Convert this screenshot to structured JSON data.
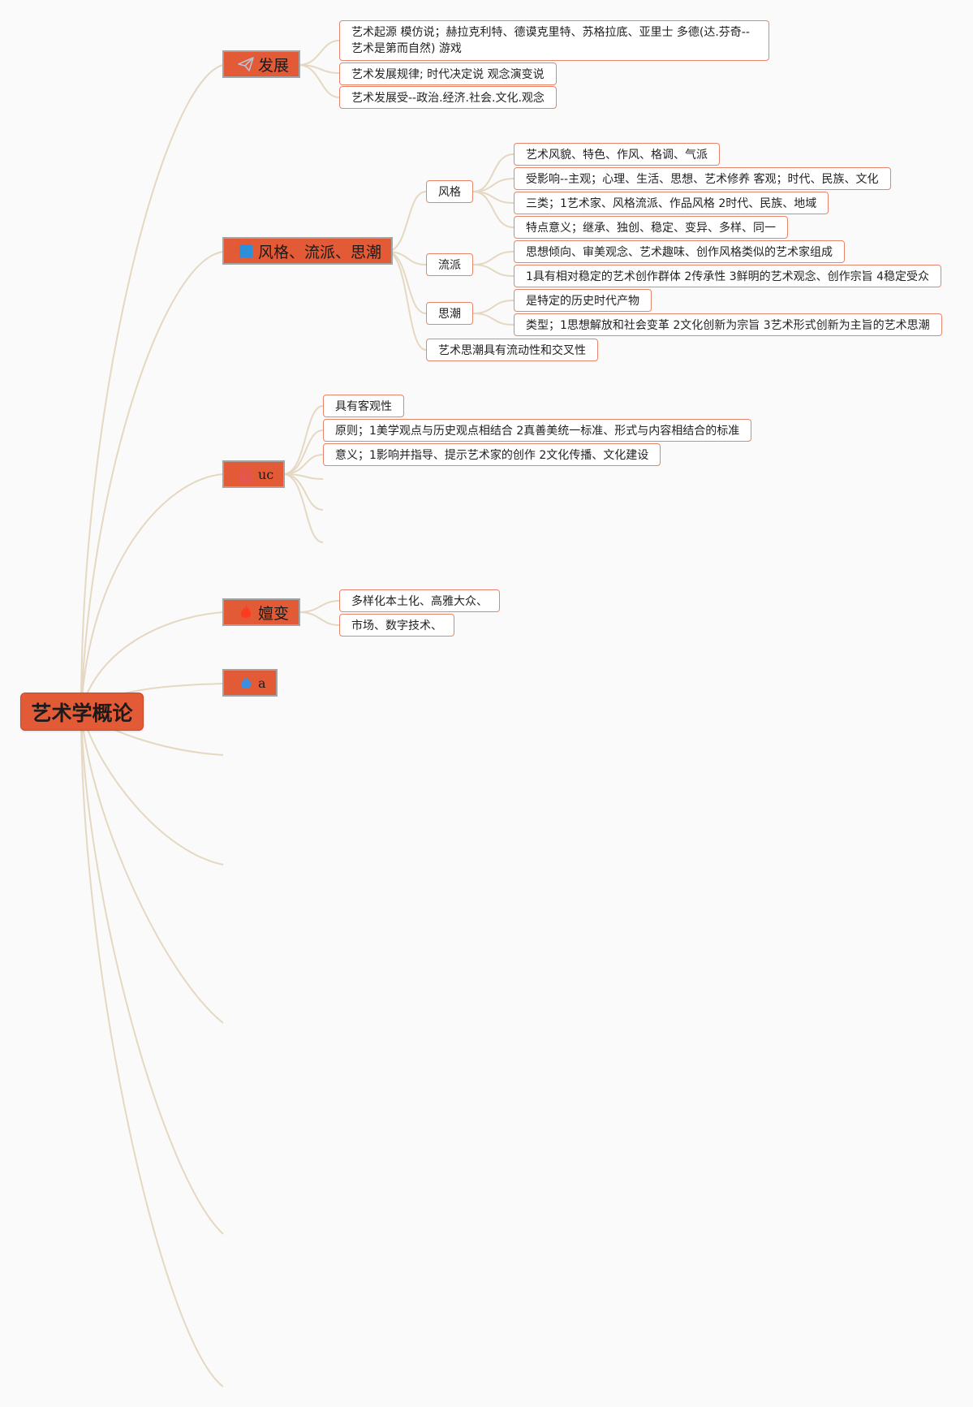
{
  "root": {
    "label": "艺术学概论"
  },
  "branches": {
    "fazhan": {
      "label": "发展",
      "icon": "paper-plane-icon",
      "items": [
        "艺术起源 模仿说；赫拉克利特、德谟克里特、苏格拉底、亚里士 多德(达.芬奇--艺术是第而自然)   游戏",
        "艺术发展规律; 时代决定说 观念演变说",
        "艺术发展受--政治.经济.社会.文化.观念"
      ]
    },
    "fengge": {
      "label": "风格、流派、思潮",
      "icon": "blue-square-icon",
      "groups": {
        "fengge": {
          "label": "风格",
          "items": [
            "艺术风貌、特色、作风、格调、气派",
            "受影响--主观；心理、生活、思想、艺术修养 客观；时代、民族、文化",
            "三类；1艺术家、风格流派、作品风格 2时代、民族、地域",
            "特点意义；继承、独创、稳定、变异、多样、同一"
          ]
        },
        "liupai": {
          "label": "流派",
          "items": [
            "思想倾向、审美观念、艺术趣味、创作风格类似的艺术家组成",
            "1具有相对稳定的艺术创作群体 2传承性 3鲜明的艺术观念、创作宗旨 4稳定受众"
          ]
        },
        "sichao": {
          "label": "思潮",
          "items": [
            "是特定的历史时代产物",
            "类型；1思想解放和社会变革 2文化创新为宗旨 3艺术形式创新为主旨的艺术思潮"
          ]
        }
      },
      "extra": "艺术思潮具有流动性和交叉性"
    },
    "uc": {
      "label": "uc",
      "icon": "house-icon",
      "items": [
        "具有客观性",
        "原则；1美学观点与历史观点相结合 2真善美统一标准、形式与内容相结合的标准",
        "意义；1影响并指导、提示艺术家的创作 2文化传播、文化建设"
      ]
    },
    "shanbian": {
      "label": "嬗变",
      "icon": "flame-icon",
      "items": [
        "多样化本土化、高雅大众、",
        "市场、数字技术、"
      ]
    },
    "a": {
      "label": "a",
      "icon": "blue-flame-icon"
    }
  },
  "colors": {
    "node_fill": "#e35a36",
    "sub_border": "#e8846a",
    "connector": "#e5d8c2",
    "background": "#fafafa"
  }
}
